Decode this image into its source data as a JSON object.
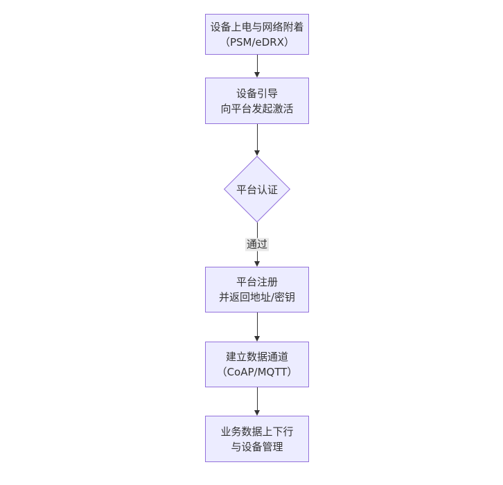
{
  "diagram": {
    "type": "flowchart-vertical",
    "colors": {
      "node_fill": "#ECECFF",
      "node_border": "#9370DB",
      "text_color": "#333333",
      "arrow_color": "#333333",
      "edge_label_bg": "#e8e8e8",
      "page_bg": "#ffffff"
    },
    "nodes": [
      {
        "id": "A",
        "shape": "rect",
        "lines": [
          "设备上电与网络附着",
          "（PSM/eDRX）"
        ]
      },
      {
        "id": "B",
        "shape": "rect",
        "lines": [
          "设备引导",
          "向平台发起激活"
        ]
      },
      {
        "id": "C",
        "shape": "diamond",
        "lines": [
          "平台认证"
        ]
      },
      {
        "id": "D",
        "shape": "rect",
        "lines": [
          "平台注册",
          "并返回地址/密钥"
        ]
      },
      {
        "id": "E",
        "shape": "rect",
        "lines": [
          "建立数据通道",
          "（CoAP/MQTT）"
        ]
      },
      {
        "id": "F",
        "shape": "rect",
        "lines": [
          "业务数据上下行",
          "与设备管理"
        ]
      }
    ],
    "edges": [
      {
        "from": "A",
        "to": "B",
        "label": ""
      },
      {
        "from": "B",
        "to": "C",
        "label": ""
      },
      {
        "from": "C",
        "to": "D",
        "label": "通过"
      },
      {
        "from": "D",
        "to": "E",
        "label": ""
      },
      {
        "from": "E",
        "to": "F",
        "label": ""
      }
    ]
  }
}
